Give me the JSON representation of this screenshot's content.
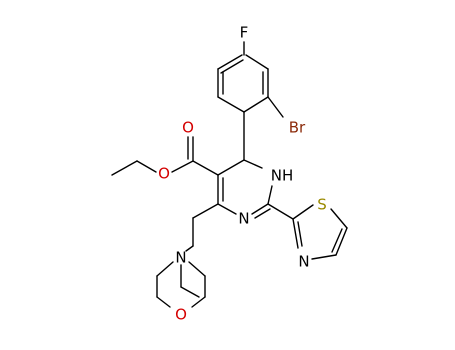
{
  "atoms": {
    "F": {
      "text": "F",
      "color": "#000000"
    },
    "Br": {
      "text": "Br",
      "color": "#8b2a0a"
    },
    "O1": {
      "text": "O",
      "color": "#d40000"
    },
    "O2": {
      "text": "O",
      "color": "#d40000"
    },
    "NH": {
      "text": "NH",
      "color": "#000000"
    },
    "N1": {
      "text": "N",
      "color": "#000000"
    },
    "N2": {
      "text": "N",
      "color": "#000000"
    },
    "N3": {
      "text": "N",
      "color": "#000000"
    },
    "S": {
      "text": "S",
      "color": "#9a8a00"
    },
    "O3": {
      "text": "O",
      "color": "#d40000"
    }
  }
}
